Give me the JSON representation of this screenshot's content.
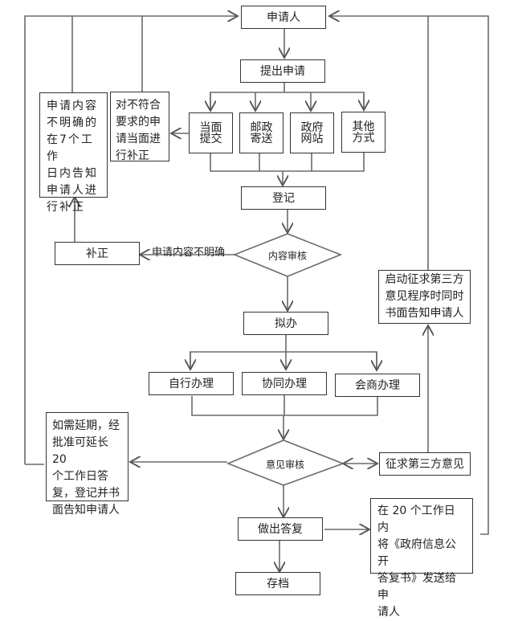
{
  "diagram": {
    "title_node": "申请人",
    "submit": "提出申请",
    "methods": [
      "当面\n提交",
      "邮政\n寄送",
      "政府\n网站",
      "其他\n方式"
    ],
    "register": "登记",
    "content_review": "内容审核",
    "unclear_edge_label": "申请内容不明确",
    "correction": "补正",
    "notice_7days": "申请内容\n不明确的\n在7个工作\n日内告知\n申请人进\n行补正",
    "onsite_correction": "对不符合\n要求的申\n请当面进\n行补正",
    "draft": "拟办",
    "handling": [
      "自行办理",
      "协同办理",
      "会商办理"
    ],
    "opinion_review": "意见审核",
    "extension_note": "如需延期，经\n批准可延长 20\n个工作日答\n复，登记并书\n面告知申请人",
    "third_party": "征求第三方意见",
    "third_party_notice": "启动征求第三方\n意见程序时同时\n书面告知申请人",
    "reply": "做出答复",
    "reply_note": "在 20 个工作日内\n将《政府信息公开\n答复书》发送给申\n请人",
    "archive": "存档"
  },
  "colors": {
    "line": "#6b6b6b",
    "border": "#333333"
  }
}
